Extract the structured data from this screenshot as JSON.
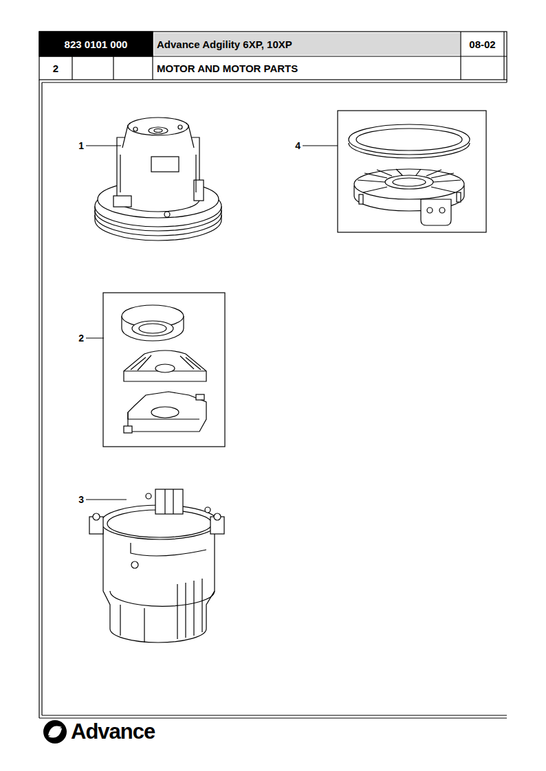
{
  "diagram": {
    "labels": [
      "823 0101 000",
      "Advance Adgility 6XP, 10XP",
      "08-02",
      "2",
      "MOTOR AND MOTOR PARTS",
      "1",
      "4",
      "2",
      "3",
      "Advance"
    ]
  }
}
